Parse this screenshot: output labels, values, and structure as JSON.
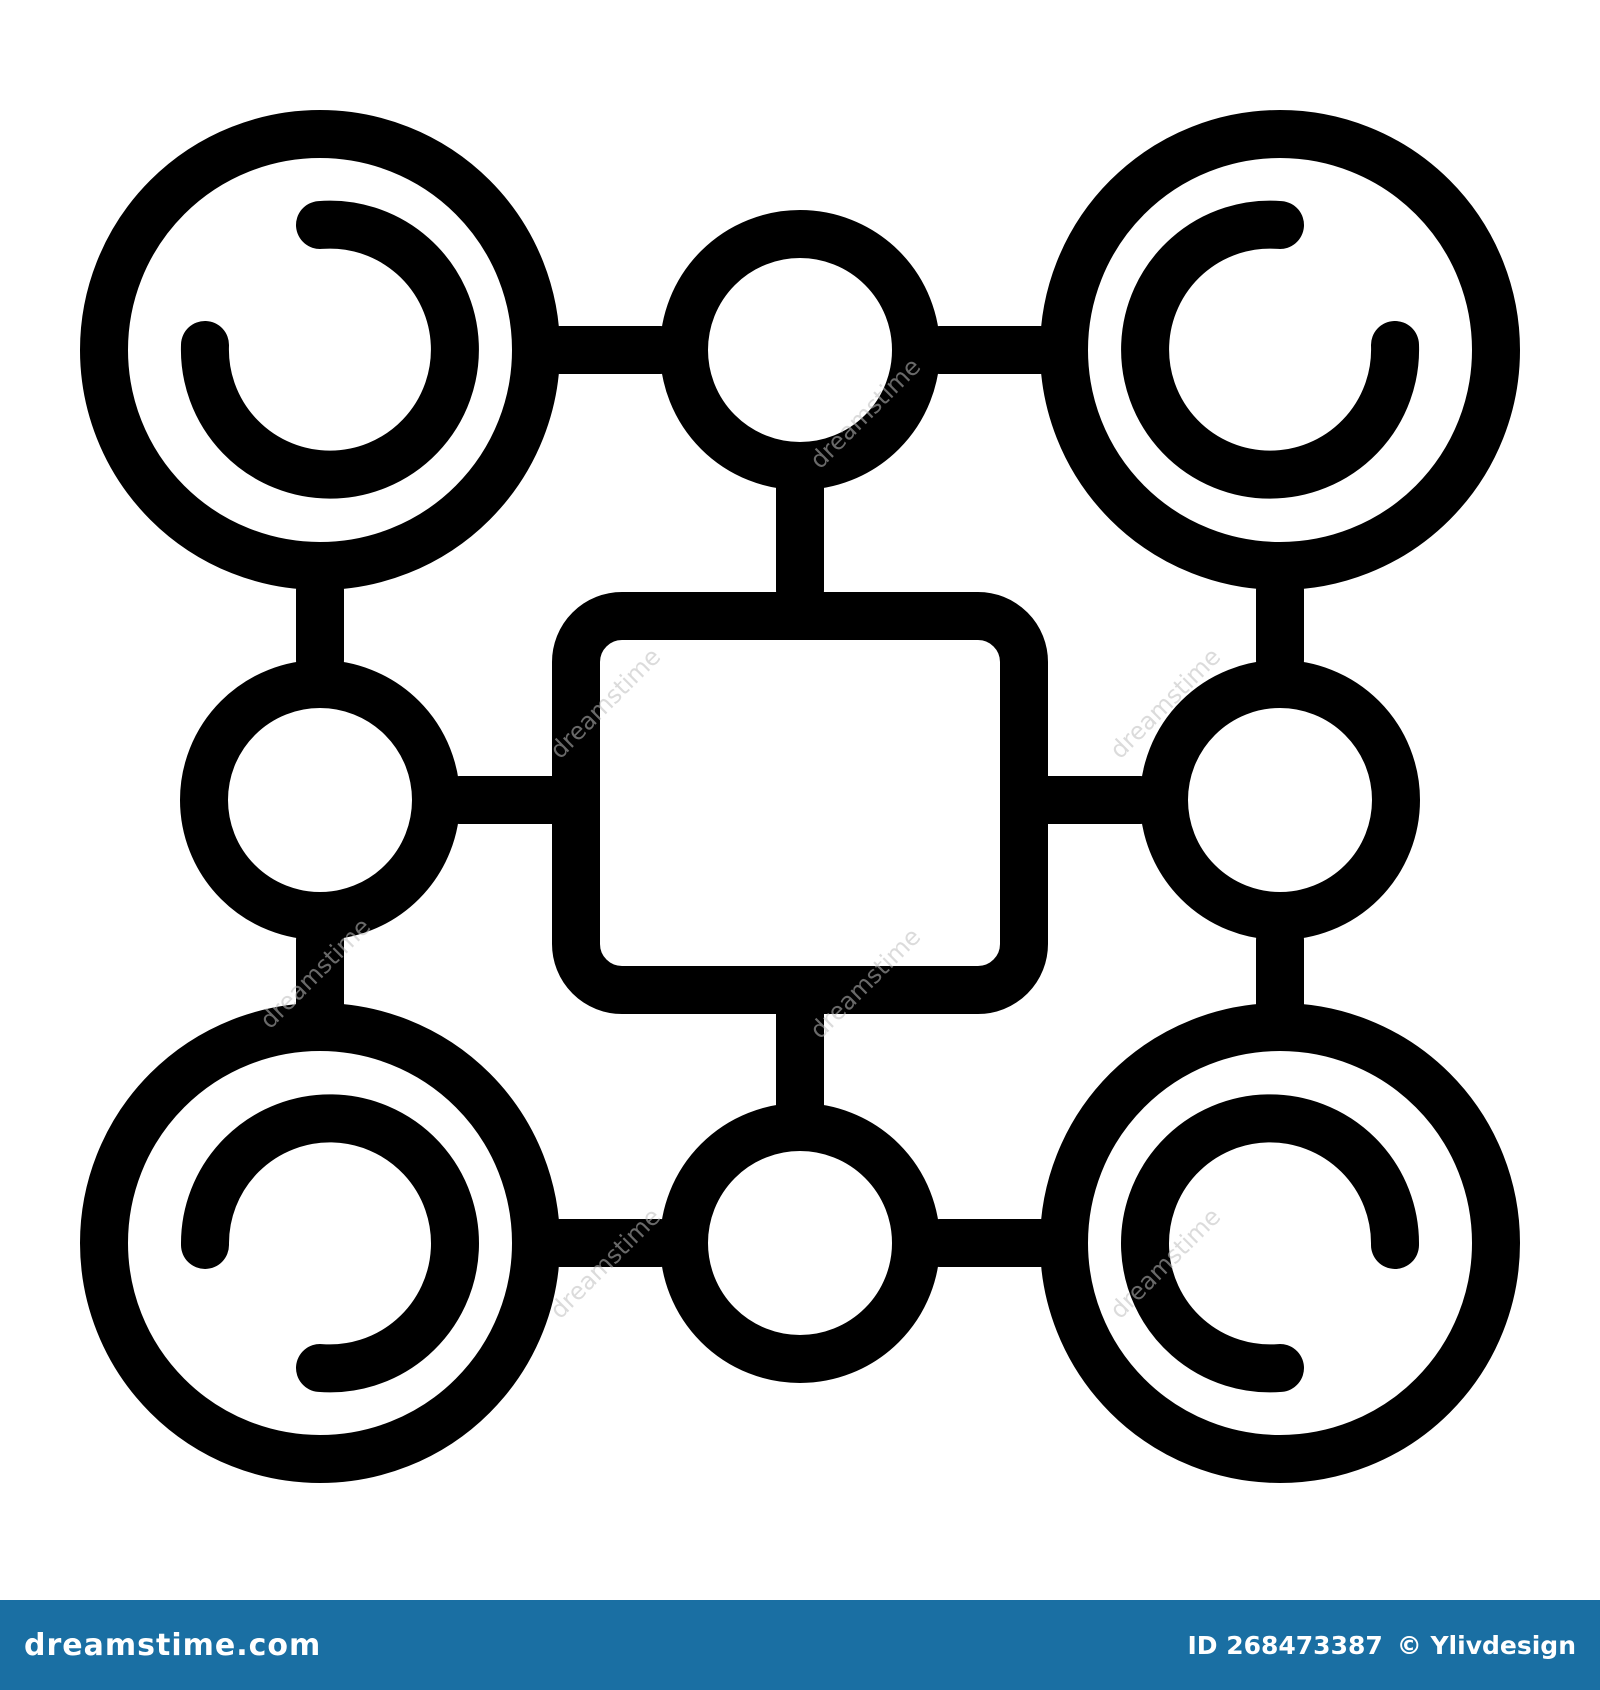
{
  "icon": {
    "name": "network-nodes-icon",
    "stroke_color": "#000000",
    "background_color": "#ffffff"
  },
  "watermark": {
    "text": "dreamstime",
    "color": "#bfbfbf"
  },
  "footer": {
    "brand": "dreamstime.com",
    "id_label": "ID 268473387",
    "author": "© Ylivdesign",
    "background_color": "#1a6fa3",
    "text_color": "#ffffff"
  }
}
